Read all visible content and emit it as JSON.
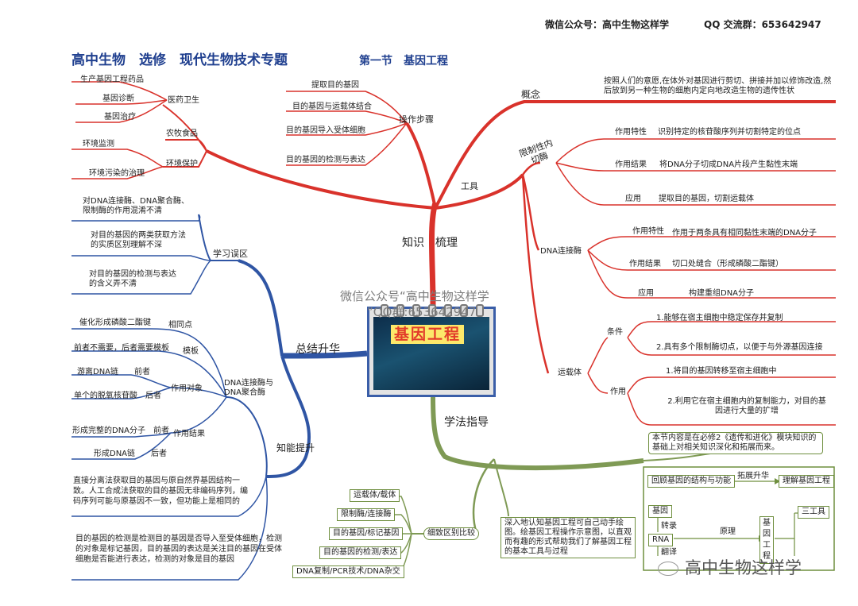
{
  "header": {
    "wechat": "微信公众号：高中生物这样学",
    "qq": "QQ 交流群：653642947"
  },
  "title": {
    "main": "高中生物　选修　现代生物技术专题",
    "section": "第一节　基因工程"
  },
  "center": {
    "label": "基因工程"
  },
  "watermark": {
    "line1": "微信公众号“高中生物这样学",
    "line2": "”QQ群:653642947",
    "bottom": "高中生物这样学"
  },
  "colors": {
    "red": "#d9322b",
    "blue": "#2f55a4",
    "green": "#7f9a55",
    "title": "#1f3f8f"
  },
  "knowledge": {
    "label": "知识　梳理",
    "apps": {
      "medical": {
        "label": "医药卫生",
        "items": [
          "生产基因工程药品",
          "基因诊断",
          "基因治疗"
        ]
      },
      "agri": {
        "label": "农牧食品"
      },
      "env": {
        "label": "环境保护",
        "items": [
          "环境监测",
          "环境污染的治理"
        ]
      }
    },
    "steps": {
      "label": "操作步骤",
      "items": [
        "提取目的基因",
        "目的基因与运载体结合",
        "目的基因导入受体细胞",
        "目的基因的检测与表达"
      ]
    },
    "concept": {
      "label": "概念",
      "text": "按照人们的意愿,在体外对基因进行剪切、拼接并加以修饰改造,然后放到另一种生物的细胞内定向地改造生物的遗传性状"
    },
    "tools": {
      "label": "工具",
      "enzyme": {
        "label": "限制性内切酶",
        "rows": [
          {
            "k": "作用特性",
            "v": "识别特定的核苷酸序列并切割特定的位点"
          },
          {
            "k": "作用结果",
            "v": "将DNA分子切成DNA片段产生黏性末端"
          },
          {
            "k": "应用",
            "v": "提取目的基因，切割运载体"
          }
        ]
      },
      "ligase": {
        "label": "DNA连接酶",
        "rows": [
          {
            "k": "作用特性",
            "v": "作用于两条具有相同黏性末端的DNA分子"
          },
          {
            "k": "作用结果",
            "v": "切口处缝合（形成磷酸二酯键）"
          },
          {
            "k": "应用",
            "v": "构建重组DNA分子"
          }
        ]
      },
      "vector": {
        "label": "运载体",
        "cond_label": "条件",
        "conds": [
          "1.能够在宿主细胞中稳定保存并复制",
          "2.具有多个限制酶切点，以便于与外源基因连接"
        ],
        "use_label": "作用",
        "uses": [
          "1.将目的基因转移至宿主细胞中",
          "2.利用它在宿主细胞内的复制能力，对目的基因进行大量的扩增"
        ]
      }
    }
  },
  "summary": {
    "label": "总结升华",
    "mistakes": {
      "label": "学习误区",
      "items": [
        "对DNA连接酶、DNA聚合酶、限制酶的作用混淆不清",
        "对目的基因的两类获取方法的实质区别理解不深",
        "对目的基因的检测与表达的含义弄不清"
      ]
    },
    "improve": {
      "label": "知能提升",
      "compare": {
        "label": "DNA连接酶与DNA聚合酶",
        "same_label": "相同点",
        "same": "催化形成磷酸二酯键",
        "template_label": "模板",
        "template": "前者不需要，后者需要模板",
        "object_label": "作用对象",
        "object1": "游离DNA链　　前者",
        "object2": "单个的脱氧核苷酸　后者",
        "result_label": "作用结果",
        "result1": "形成完整的DNA分子　前者",
        "result2": "形成DNA链　　后者"
      },
      "note1": "直接分离法获取目的基因与原自然界基因结构一致。人工合成法获取的目的基因无非编码序列，编码序列可能与原基因不一致，但功能上是相同的",
      "note2": "目的基因的检测是检测目的基因是否导入至受体细胞，检测的对象是标记基因，目的基因的表达是关注目的基因在受体细胞是否能进行表达，检测的对象是目的基因"
    }
  },
  "method": {
    "label": "学法指导",
    "intro": "本节内容是在必修2《遗传和进化》模块知识的基础上对相关知识深化和拓展而来。",
    "compare": {
      "label": "细致区别比较",
      "items": [
        "运载体/载体",
        "限制酶/连接酶",
        "目的基因/标记基因",
        "目的基因的检测/表达",
        "DNA复制/PCR技术/DNA杂交"
      ]
    },
    "practice": "深入地认知基因工程可自己动手绘图。绘基因工程操作示意图，以直观而有趣的形式帮助我们了解基因工程的基本工具与过程",
    "diagram": {
      "review": "回顾基因的结构与功能",
      "extend": "拓展升华",
      "understand": "理解基因工程",
      "gene": "基因",
      "transcribe": "转录",
      "rna": "RNA",
      "translate": "翻译",
      "principle": "原理",
      "ge_vertical": "基因工程",
      "tools3": "三工具"
    }
  }
}
